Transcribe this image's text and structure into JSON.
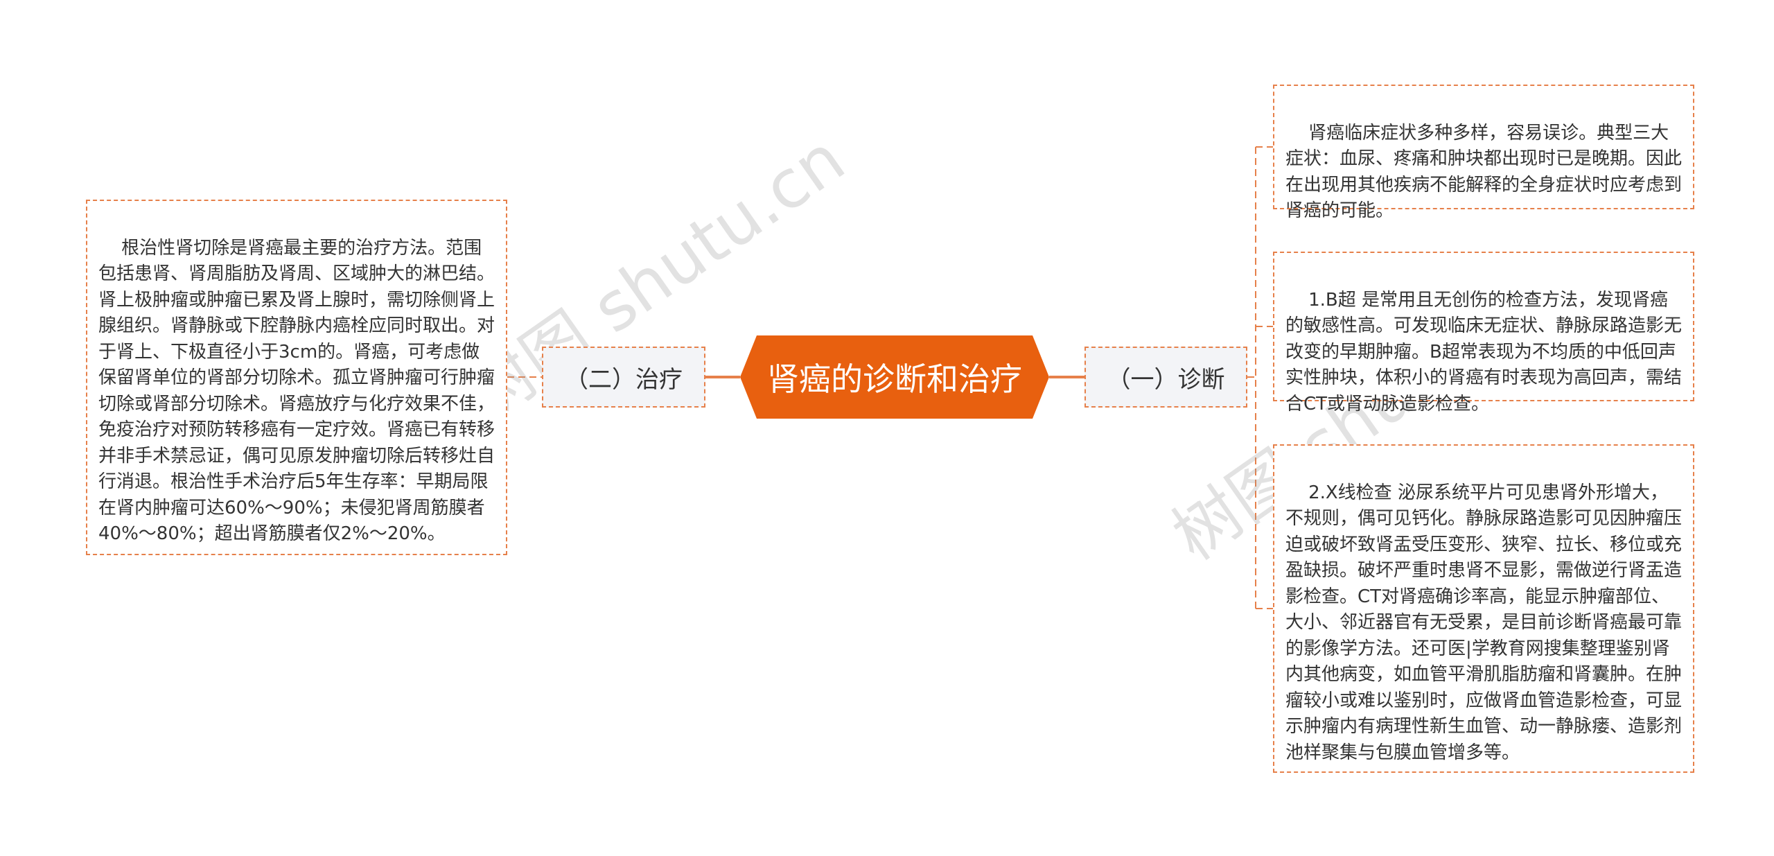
{
  "central": {
    "title": "肾癌的诊断和治疗"
  },
  "left_branch": {
    "label": "（二）治疗",
    "items": [
      "根治性肾切除是肾癌最主要的治疗方法。范围包括患肾、肾周脂肪及肾周、区域肿大的淋巴结。肾上极肿瘤或肿瘤已累及肾上腺时，需切除侧肾上腺组织。肾静脉或下腔静脉内癌栓应同时取出。对于肾上、下极直径小于3cm的。肾癌，可考虑做保留肾单位的肾部分切除术。孤立肾肿瘤可行肿瘤切除或肾部分切除术。肾癌放疗与化疗效果不佳，免疫治疗对预防转移癌有一定疗效。肾癌已有转移并非手术禁忌证，偶可见原发肿瘤切除后转移灶自行消退。根治性手术治疗后5年生存率：早期局限在肾内肿瘤可达60%～90%；未侵犯肾周筋膜者40%～80%；超出肾筋膜者仅2%～20%。"
    ]
  },
  "right_branch": {
    "label": "（一）诊断",
    "items": [
      "肾癌临床症状多种多样，容易误诊。典型三大症状：血尿、疼痛和肿块都出现时已是晚期。因此在出现用其他疾病不能解释的全身症状时应考虑到肾癌的可能。",
      "1.B超 是常用且无创伤的检查方法，发现肾癌的敏感性高。可发现临床无症状、静脉尿路造影无改变的早期肿瘤。B超常表现为不均质的中低回声实性肿块，体积小的肾癌有时表现为高回声，需结合CT或肾动脉造影检查。",
      "2.X线检查 泌尿系统平片可见患肾外形增大，不规则，偶可见钙化。静脉尿路造影可见因肿瘤压迫或破坏致肾盂受压变形、狭窄、拉长、移位或充盈缺损。破坏严重时患肾不显影，需做逆行肾盂造影检查。CT对肾癌确诊率高，能显示肿瘤部位、大小、邻近器官有无受累，是目前诊断肾癌最可靠的影像学方法。还可医|学教育网搜集整理鉴别肾内其他病变，如血管平滑肌脂肪瘤和肾囊肿。在肿瘤较小或难以鉴别时，应做肾血管造影检查，可显示肿瘤内有病理性新生血管、动一静脉瘘、造影剂池样聚集与包膜血管增多等。"
    ]
  },
  "watermarks": [
    "树图 shutu.cn",
    "树图 shutu.cn"
  ],
  "colors": {
    "accent": "#e8600f",
    "connector": "#e6804a",
    "branch_bg": "#f3f4f7",
    "text": "#333333"
  }
}
